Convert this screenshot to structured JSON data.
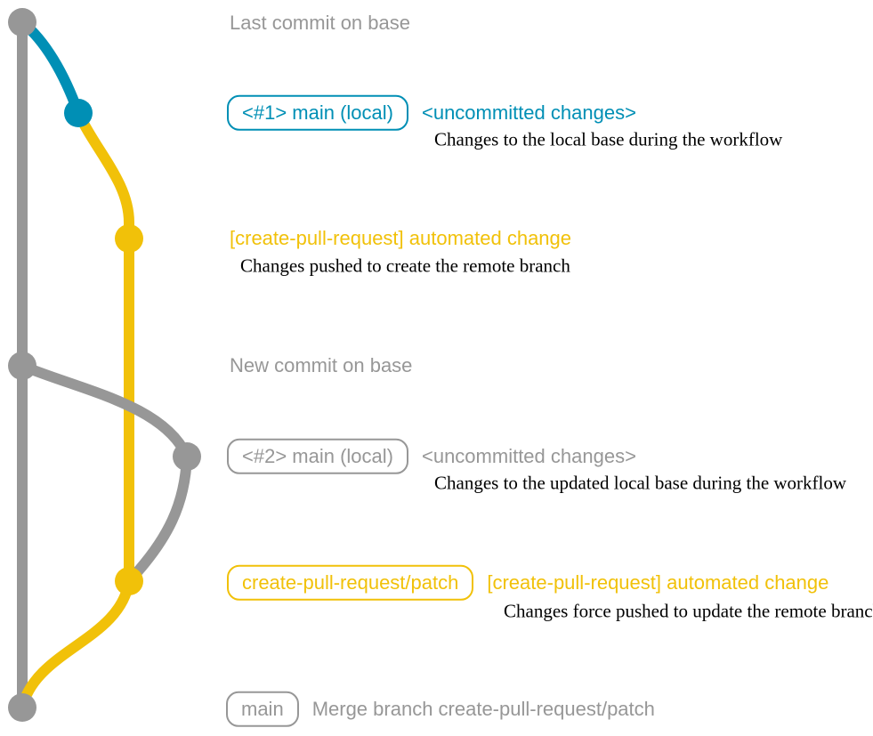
{
  "diagram": {
    "type": "git-graph",
    "colors": {
      "base_branch": "#979797",
      "local_branch": "#008fb5",
      "patch_branch": "#f1c109",
      "annotation_text": "#000000"
    },
    "branches": [
      {
        "name": "base",
        "color": "#979797"
      },
      {
        "name": "main (local)",
        "color": "#008fb5"
      },
      {
        "name": "create-pull-request/patch",
        "color": "#f1c109"
      }
    ]
  },
  "rows": {
    "r1": {
      "label": "Last commit on base"
    },
    "r2": {
      "badge": "<#1> main (local)",
      "message": "<uncommitted changes>",
      "note": "Changes to the local base during the workflow"
    },
    "r3": {
      "message": "[create-pull-request] automated change",
      "note": "Changes pushed to create the remote branch"
    },
    "r4": {
      "label": "New commit on base"
    },
    "r5": {
      "badge": "<#2> main (local)",
      "message": "<uncommitted changes>",
      "note": "Changes to the updated local base during the workflow"
    },
    "r6": {
      "badge": "create-pull-request/patch",
      "message": "[create-pull-request] automated change",
      "note": "Changes force pushed to update the remote branch"
    },
    "r7": {
      "badge": "main",
      "message": "Merge branch create-pull-request/patch"
    }
  }
}
